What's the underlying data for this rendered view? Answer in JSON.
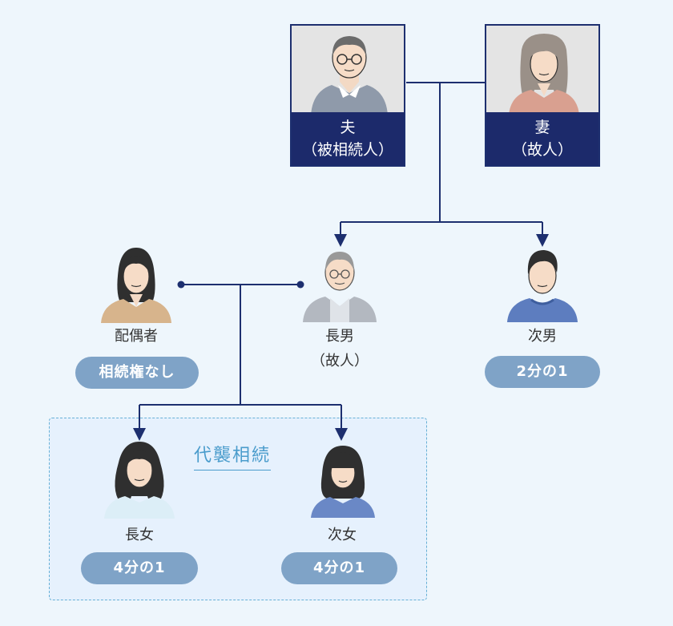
{
  "husband": {
    "line1": "夫",
    "line2": "（被相続人）"
  },
  "wife": {
    "line1": "妻",
    "line2": "（故人）"
  },
  "spouse": {
    "name": "配偶者",
    "badge": "相続権なし"
  },
  "eldest_son": {
    "name": "長男",
    "note": "（故人）"
  },
  "second_son": {
    "name": "次男",
    "badge": "2分の1"
  },
  "daishu_label": "代襲相続",
  "eldest_daughter": {
    "name": "長女",
    "badge": "4分の1"
  },
  "second_daughter": {
    "name": "次女",
    "badge": "4分の1"
  },
  "colors": {
    "navy": "#1c2a6b",
    "line": "#1d2f6f",
    "pill": "#7fa3c7",
    "accent": "#4a9ccc",
    "background": "#eef6fc"
  }
}
